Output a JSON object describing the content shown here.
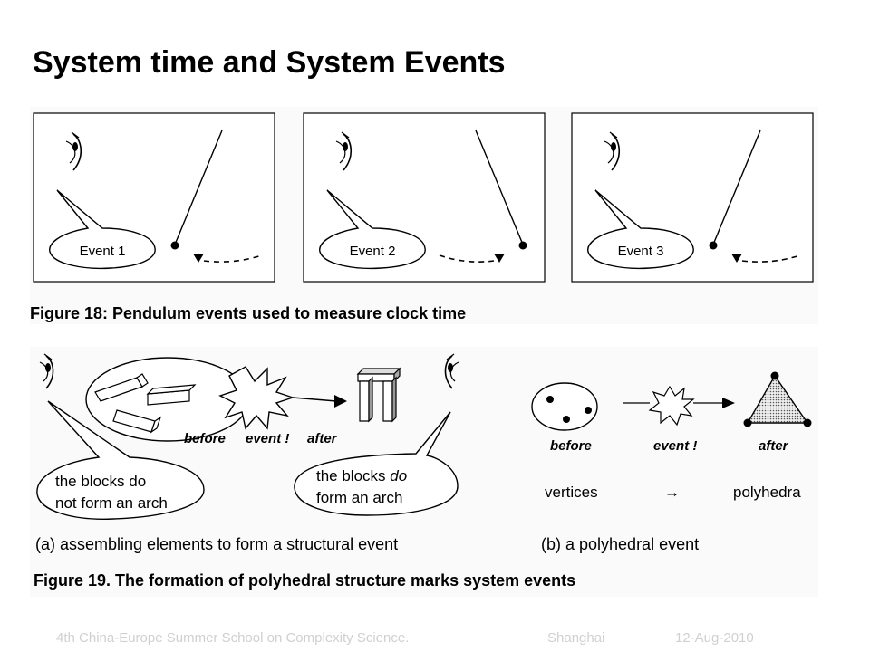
{
  "slide": {
    "title": "System time and System Events"
  },
  "figure18": {
    "panels": [
      {
        "event_label": "Event 1"
      },
      {
        "event_label": "Event 2"
      },
      {
        "event_label": "Event 3"
      }
    ],
    "caption": "Figure 18: Pendulum events used to measure clock time"
  },
  "figure19": {
    "part_a": {
      "before_label": "before",
      "event_label": "event !",
      "after_label": "after",
      "bubble_left_line1": "the blocks do",
      "bubble_left_line2": "not form an arch",
      "bubble_right_line1_a": "the blocks ",
      "bubble_right_line1_b": "do",
      "bubble_right_line2": "form an arch",
      "caption": "(a) assembling elements to form a structural event"
    },
    "part_b": {
      "before_label": "before",
      "event_label": "event !",
      "after_label": "after",
      "vertices_label": "vertices",
      "arrow_symbol": "→",
      "polyhedra_label": "polyhedra",
      "caption": "(b) a polyhedral event"
    },
    "caption": "Figure 19. The formation of polyhedral structure marks system events"
  },
  "footer": {
    "school": "4th China-Europe Summer School on Complexity Science.",
    "city": "Shanghai",
    "date": "12-Aug-2010"
  }
}
